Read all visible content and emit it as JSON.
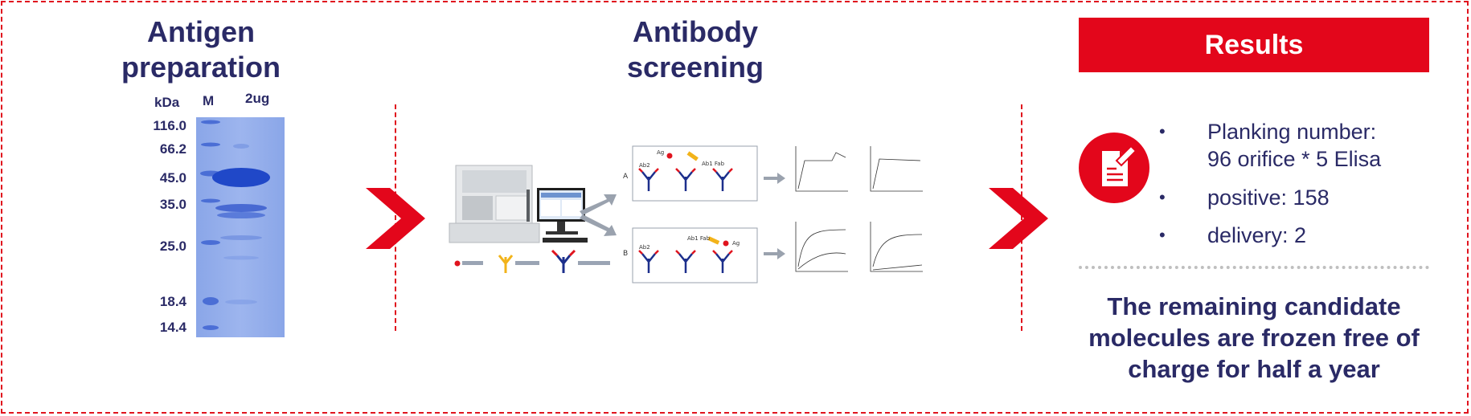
{
  "antigen": {
    "title": "Antigen preparation",
    "kda_label": "kDa",
    "lane_m": "M",
    "lane_sample": "2ug",
    "markers": [
      "116.0",
      "66.2",
      "45.0",
      "35.0",
      "25.0",
      "18.4",
      "14.4"
    ]
  },
  "screening": {
    "title": "Antibody screening",
    "panel_a_label": "A",
    "panel_b_label": "B",
    "ab2_label": "Ab2",
    "ag_label": "Ag",
    "ab1_fab_label": "Ab1 Fab"
  },
  "results": {
    "banner": "Results",
    "bullets": [
      {
        "line1": "Planking number:",
        "line2": "96 orifice * 5 Elisa"
      },
      {
        "line1": "positive: 158",
        "line2": ""
      },
      {
        "line1": "delivery: 2",
        "line2": ""
      }
    ],
    "closing": "The remaining candidate molecules are frozen free of charge for half a year"
  },
  "colors": {
    "accent_red": "#e3061b",
    "navy_text": "#2a2a66",
    "gel_blue": "#3a5fcd"
  }
}
